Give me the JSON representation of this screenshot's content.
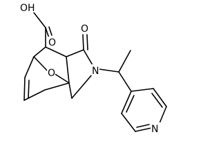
{
  "structure": {
    "atoms": {
      "carboxyl_oh": "OH",
      "carboxyl_o": "O",
      "ketone_o": "O",
      "bridge_o": "O",
      "ring_n": "N",
      "pyridine_n": "N"
    }
  }
}
